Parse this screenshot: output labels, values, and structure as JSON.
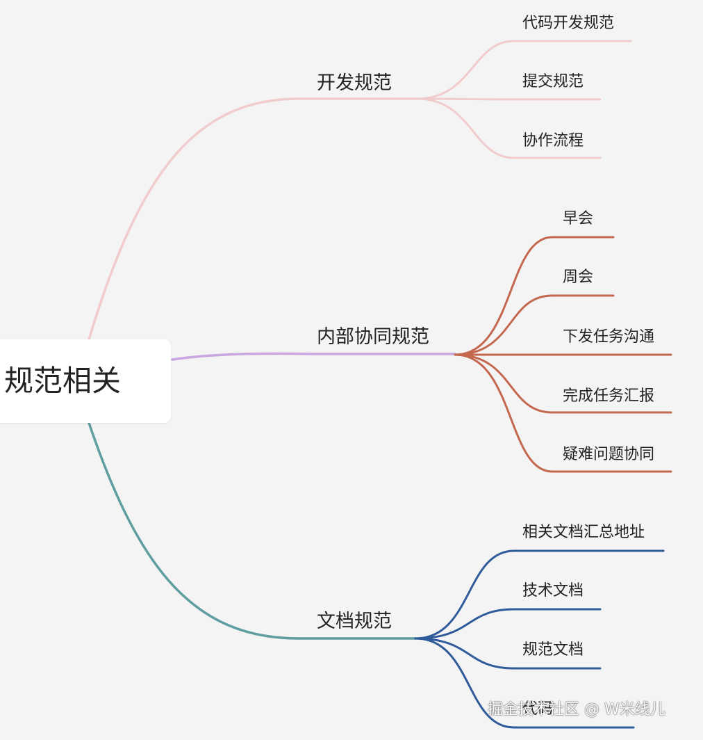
{
  "root": {
    "label": "规范相关"
  },
  "branches": [
    {
      "label": "开发规范",
      "color": "#f2cccc",
      "children": [
        "代码开发规范",
        "提交规范",
        "协作流程"
      ]
    },
    {
      "label": "内部协同规范",
      "color": "#c9a6e0",
      "child_color": "#c4674f",
      "children": [
        "早会",
        "周会",
        "下发任务沟通",
        "完成任务汇报",
        "疑难问题协同"
      ]
    },
    {
      "label": "文档规范",
      "color": "#5f9ea0",
      "child_color": "#2f5b9a",
      "children": [
        "相关文档汇总地址",
        "技术文档",
        "规范文档",
        "代码"
      ]
    }
  ],
  "watermark": "掘金技术社区 @ W米线儿"
}
